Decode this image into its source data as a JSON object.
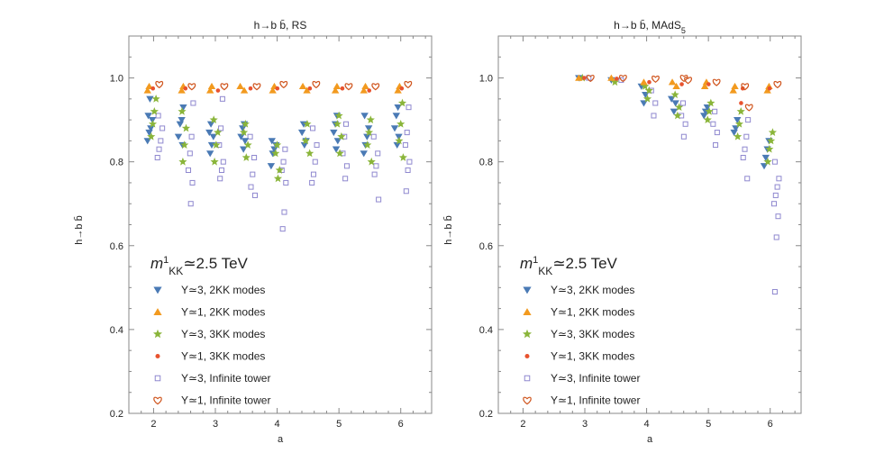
{
  "chart_data": [
    {
      "type": "scatter",
      "title": "h→b b̄, RS",
      "xlabel": "a",
      "ylabel": "h→b b̄",
      "xlim": [
        1.6,
        6.5
      ],
      "ylim": [
        0.2,
        1.1
      ],
      "xticks": [
        2,
        3,
        4,
        5,
        6
      ],
      "yticks": [
        0.2,
        0.4,
        0.6,
        0.8,
        1.0
      ],
      "ytick_labels": [
        "0.2",
        "0.4",
        "0.6",
        "0.8",
        "1.0"
      ],
      "legend_heading": "m¹KK≃2.5 TeV",
      "series": [
        {
          "name": "Y≃3, 2KK modes",
          "marker": "triangle-down",
          "color": "#4a7ab5",
          "points": [
            [
              2,
              0.85
            ],
            [
              2,
              0.87
            ],
            [
              2,
              0.88
            ],
            [
              2,
              0.9
            ],
            [
              2,
              0.91
            ],
            [
              2,
              0.95
            ],
            [
              2.5,
              0.84
            ],
            [
              2.5,
              0.86
            ],
            [
              2.5,
              0.89
            ],
            [
              2.5,
              0.9
            ],
            [
              2.5,
              0.93
            ],
            [
              3,
              0.82
            ],
            [
              3,
              0.84
            ],
            [
              3,
              0.86
            ],
            [
              3,
              0.87
            ],
            [
              3,
              0.89
            ],
            [
              3.5,
              0.83
            ],
            [
              3.5,
              0.85
            ],
            [
              3.5,
              0.86
            ],
            [
              3.5,
              0.88
            ],
            [
              3.5,
              0.89
            ],
            [
              4,
              0.79
            ],
            [
              4,
              0.82
            ],
            [
              4,
              0.83
            ],
            [
              4,
              0.84
            ],
            [
              4,
              0.85
            ],
            [
              4.5,
              0.84
            ],
            [
              4.5,
              0.85
            ],
            [
              4.5,
              0.87
            ],
            [
              4.5,
              0.89
            ],
            [
              5,
              0.83
            ],
            [
              5,
              0.85
            ],
            [
              5,
              0.87
            ],
            [
              5,
              0.89
            ],
            [
              5,
              0.91
            ],
            [
              5.5,
              0.82
            ],
            [
              5.5,
              0.84
            ],
            [
              5.5,
              0.86
            ],
            [
              5.5,
              0.88
            ],
            [
              5.5,
              0.91
            ],
            [
              6,
              0.84
            ],
            [
              6,
              0.86
            ],
            [
              6,
              0.88
            ],
            [
              6,
              0.91
            ],
            [
              6,
              0.93
            ]
          ]
        },
        {
          "name": "Y≃1, 2KK modes",
          "marker": "triangle-up",
          "color": "#f29a1f",
          "points": [
            [
              2,
              0.97
            ],
            [
              2,
              0.98
            ],
            [
              2.5,
              0.97
            ],
            [
              2.5,
              0.98
            ],
            [
              3,
              0.97
            ],
            [
              3,
              0.98
            ],
            [
              3.5,
              0.97
            ],
            [
              3.5,
              0.98
            ],
            [
              4,
              0.97
            ],
            [
              4,
              0.98
            ],
            [
              4.5,
              0.97
            ],
            [
              4.5,
              0.98
            ],
            [
              5,
              0.97
            ],
            [
              5,
              0.98
            ],
            [
              5.5,
              0.97
            ],
            [
              5.5,
              0.98
            ],
            [
              6,
              0.97
            ],
            [
              6,
              0.98
            ]
          ]
        },
        {
          "name": "Y≃3, 3KK modes",
          "marker": "star",
          "color": "#8ab53a",
          "points": [
            [
              2,
              0.86
            ],
            [
              2,
              0.89
            ],
            [
              2,
              0.92
            ],
            [
              2,
              0.95
            ],
            [
              2.5,
              0.8
            ],
            [
              2.5,
              0.84
            ],
            [
              2.5,
              0.88
            ],
            [
              2.5,
              0.92
            ],
            [
              3,
              0.8
            ],
            [
              3,
              0.84
            ],
            [
              3,
              0.87
            ],
            [
              3,
              0.9
            ],
            [
              3.5,
              0.81
            ],
            [
              3.5,
              0.84
            ],
            [
              3.5,
              0.87
            ],
            [
              3.5,
              0.89
            ],
            [
              4,
              0.76
            ],
            [
              4,
              0.78
            ],
            [
              4,
              0.82
            ],
            [
              4,
              0.84
            ],
            [
              4.5,
              0.82
            ],
            [
              4.5,
              0.85
            ],
            [
              4.5,
              0.89
            ],
            [
              5,
              0.82
            ],
            [
              5,
              0.86
            ],
            [
              5,
              0.89
            ],
            [
              5,
              0.91
            ],
            [
              5.5,
              0.8
            ],
            [
              5.5,
              0.84
            ],
            [
              5.5,
              0.87
            ],
            [
              5.5,
              0.9
            ],
            [
              6,
              0.81
            ],
            [
              6,
              0.85
            ],
            [
              6,
              0.89
            ],
            [
              6,
              0.94
            ]
          ]
        },
        {
          "name": "Y≃1, 3KK modes",
          "marker": "circle",
          "color": "#e8532f",
          "points": [
            [
              2,
              0.975
            ],
            [
              2.5,
              0.975
            ],
            [
              3,
              0.97
            ],
            [
              3.5,
              0.975
            ],
            [
              4,
              0.975
            ],
            [
              4.5,
              0.975
            ],
            [
              5,
              0.975
            ],
            [
              5.5,
              0.97
            ],
            [
              6,
              0.975
            ]
          ]
        },
        {
          "name": "Y≃3, Infinite tower",
          "marker": "square-open",
          "color": "#8f88cf",
          "points": [
            [
              2,
              0.81
            ],
            [
              2,
              0.83
            ],
            [
              2,
              0.85
            ],
            [
              2,
              0.88
            ],
            [
              2,
              0.91
            ],
            [
              2.5,
              0.7
            ],
            [
              2.5,
              0.75
            ],
            [
              2.5,
              0.78
            ],
            [
              2.5,
              0.82
            ],
            [
              2.5,
              0.86
            ],
            [
              2.5,
              0.94
            ],
            [
              3,
              0.76
            ],
            [
              3,
              0.78
            ],
            [
              3,
              0.8
            ],
            [
              3,
              0.84
            ],
            [
              3,
              0.88
            ],
            [
              3,
              0.95
            ],
            [
              3.5,
              0.72
            ],
            [
              3.5,
              0.74
            ],
            [
              3.5,
              0.77
            ],
            [
              3.5,
              0.81
            ],
            [
              3.5,
              0.86
            ],
            [
              4,
              0.64
            ],
            [
              4,
              0.68
            ],
            [
              4,
              0.75
            ],
            [
              4,
              0.78
            ],
            [
              4,
              0.8
            ],
            [
              4,
              0.83
            ],
            [
              4.5,
              0.75
            ],
            [
              4.5,
              0.77
            ],
            [
              4.5,
              0.8
            ],
            [
              4.5,
              0.84
            ],
            [
              4.5,
              0.88
            ],
            [
              5,
              0.76
            ],
            [
              5,
              0.79
            ],
            [
              5,
              0.82
            ],
            [
              5,
              0.86
            ],
            [
              5,
              0.89
            ],
            [
              5.5,
              0.71
            ],
            [
              5.5,
              0.77
            ],
            [
              5.5,
              0.79
            ],
            [
              5.5,
              0.82
            ],
            [
              5.5,
              0.86
            ],
            [
              6,
              0.73
            ],
            [
              6,
              0.78
            ],
            [
              6,
              0.8
            ],
            [
              6,
              0.84
            ],
            [
              6,
              0.87
            ],
            [
              6,
              0.93
            ]
          ]
        },
        {
          "name": "Y≃1, Infinite tower",
          "marker": "heart-open",
          "color": "#d0561f",
          "points": [
            [
              2,
              0.985
            ],
            [
              2.5,
              0.98
            ],
            [
              3,
              0.98
            ],
            [
              3.5,
              0.98
            ],
            [
              4,
              0.985
            ],
            [
              4.5,
              0.985
            ],
            [
              5,
              0.98
            ],
            [
              5.5,
              0.98
            ],
            [
              6,
              0.985
            ]
          ]
        }
      ]
    },
    {
      "type": "scatter",
      "title": "h→b b̄, MAdS5",
      "xlabel": "a",
      "ylabel": "h→b b̄",
      "xlim": [
        1.6,
        6.5
      ],
      "ylim": [
        0.2,
        1.1
      ],
      "xticks": [
        2,
        3,
        4,
        5,
        6
      ],
      "yticks": [
        0.2,
        0.4,
        0.6,
        0.8,
        1.0
      ],
      "ytick_labels": [
        "0.2",
        "0.4",
        "0.6",
        "0.8",
        "1.0"
      ],
      "legend_heading": "m¹KK≃2.5 TeV",
      "series": [
        {
          "name": "Y≃3, 2KK modes",
          "marker": "triangle-down",
          "color": "#4a7ab5",
          "points": [
            [
              3,
              1.0
            ],
            [
              3.5,
              0.995
            ],
            [
              4,
              0.94
            ],
            [
              4,
              0.96
            ],
            [
              4,
              0.98
            ],
            [
              4.5,
              0.92
            ],
            [
              4.5,
              0.94
            ],
            [
              4.5,
              0.95
            ],
            [
              5,
              0.91
            ],
            [
              5,
              0.92
            ],
            [
              5,
              0.93
            ],
            [
              5.5,
              0.87
            ],
            [
              5.5,
              0.88
            ],
            [
              5.5,
              0.9
            ],
            [
              6,
              0.79
            ],
            [
              6,
              0.81
            ],
            [
              6,
              0.83
            ],
            [
              6,
              0.85
            ]
          ]
        },
        {
          "name": "Y≃1, 2KK modes",
          "marker": "triangle-up",
          "color": "#f29a1f",
          "points": [
            [
              3,
              1.0
            ],
            [
              3.5,
              1.0
            ],
            [
              4,
              0.99
            ],
            [
              4.5,
              0.98
            ],
            [
              4.5,
              0.99
            ],
            [
              5,
              0.98
            ],
            [
              5,
              0.99
            ],
            [
              5.5,
              0.97
            ],
            [
              5.5,
              0.98
            ],
            [
              6,
              0.97
            ],
            [
              6,
              0.98
            ]
          ]
        },
        {
          "name": "Y≃3, 3KK modes",
          "marker": "star",
          "color": "#8ab53a",
          "points": [
            [
              3,
              1.0
            ],
            [
              3.5,
              0.99
            ],
            [
              4,
              0.95
            ],
            [
              4,
              0.97
            ],
            [
              4,
              0.98
            ],
            [
              4.5,
              0.91
            ],
            [
              4.5,
              0.93
            ],
            [
              4.5,
              0.96
            ],
            [
              5,
              0.9
            ],
            [
              5,
              0.92
            ],
            [
              5,
              0.94
            ],
            [
              5.5,
              0.86
            ],
            [
              5.5,
              0.89
            ],
            [
              5.5,
              0.92
            ],
            [
              6,
              0.8
            ],
            [
              6,
              0.83
            ],
            [
              6,
              0.85
            ],
            [
              6,
              0.87
            ]
          ]
        },
        {
          "name": "Y≃1, 3KK modes",
          "marker": "circle",
          "color": "#e8532f",
          "points": [
            [
              3,
              1.0
            ],
            [
              3.5,
              0.998
            ],
            [
              4,
              0.99
            ],
            [
              4.5,
              0.985
            ],
            [
              5,
              0.985
            ],
            [
              5.5,
              0.94
            ],
            [
              5.5,
              0.975
            ],
            [
              6,
              0.975
            ]
          ]
        },
        {
          "name": "Y≃3, Infinite tower",
          "marker": "square-open",
          "color": "#8f88cf",
          "points": [
            [
              3,
              1.0
            ],
            [
              3.5,
              0.995
            ],
            [
              4,
              0.91
            ],
            [
              4,
              0.94
            ],
            [
              4,
              0.97
            ],
            [
              4.5,
              0.86
            ],
            [
              4.5,
              0.89
            ],
            [
              4.5,
              0.91
            ],
            [
              4.5,
              0.94
            ],
            [
              5,
              0.84
            ],
            [
              5,
              0.87
            ],
            [
              5,
              0.89
            ],
            [
              5,
              0.92
            ],
            [
              5.5,
              0.76
            ],
            [
              5.5,
              0.81
            ],
            [
              5.5,
              0.83
            ],
            [
              5.5,
              0.86
            ],
            [
              5.5,
              0.9
            ],
            [
              6,
              0.49
            ],
            [
              6,
              0.62
            ],
            [
              6,
              0.67
            ],
            [
              6,
              0.7
            ],
            [
              6,
              0.72
            ],
            [
              6,
              0.74
            ],
            [
              6,
              0.76
            ],
            [
              6,
              0.8
            ]
          ]
        },
        {
          "name": "Y≃1, Infinite tower",
          "marker": "heart-open",
          "color": "#d0561f",
          "points": [
            [
              3,
              1.0
            ],
            [
              3.5,
              1.0
            ],
            [
              4,
              0.998
            ],
            [
              4.5,
              0.995
            ],
            [
              4.5,
              1.0
            ],
            [
              5,
              0.99
            ],
            [
              5.5,
              0.93
            ],
            [
              5.5,
              0.98
            ],
            [
              6,
              0.985
            ]
          ]
        }
      ]
    }
  ]
}
